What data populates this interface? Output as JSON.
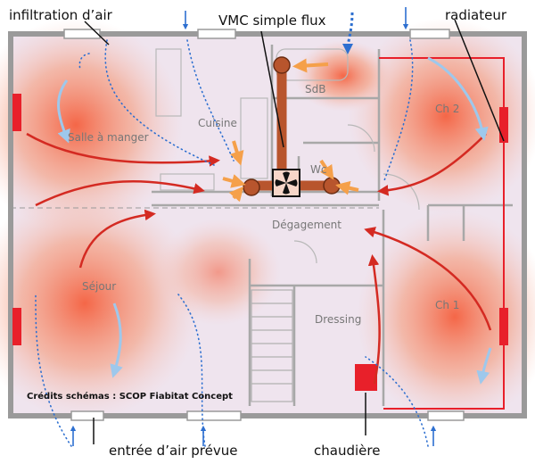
{
  "callouts": {
    "infiltration": "infiltration d’air",
    "vmc": "VMC simple flux",
    "radiator": "radiateur",
    "air_inlet": "entrée d’air prévue",
    "boiler": "chaudière"
  },
  "rooms": {
    "sdb": "SdB",
    "cuisine": "Cuisine",
    "salle": "Salle à manger",
    "ch2": "Ch 2",
    "wc": "Wc",
    "degagement": "Dégagement",
    "sejour": "Séjour",
    "dressing": "Dressing",
    "ch1": "Ch 1"
  },
  "credits": "Crédits schémas : SCOP Fiabitat Concept",
  "colors": {
    "heat": "#f26a4f",
    "radiator": "#e8202a",
    "warm_air": "#d42a22",
    "cold_air": "#9ec8ec",
    "duct": "#b8552d",
    "extract_arrow": "#f5a04a",
    "inlet_dots": "#2d6fd0",
    "wall": "#9a9a9a"
  },
  "icons": [
    "vmc-fan-icon",
    "boiler-icon"
  ]
}
